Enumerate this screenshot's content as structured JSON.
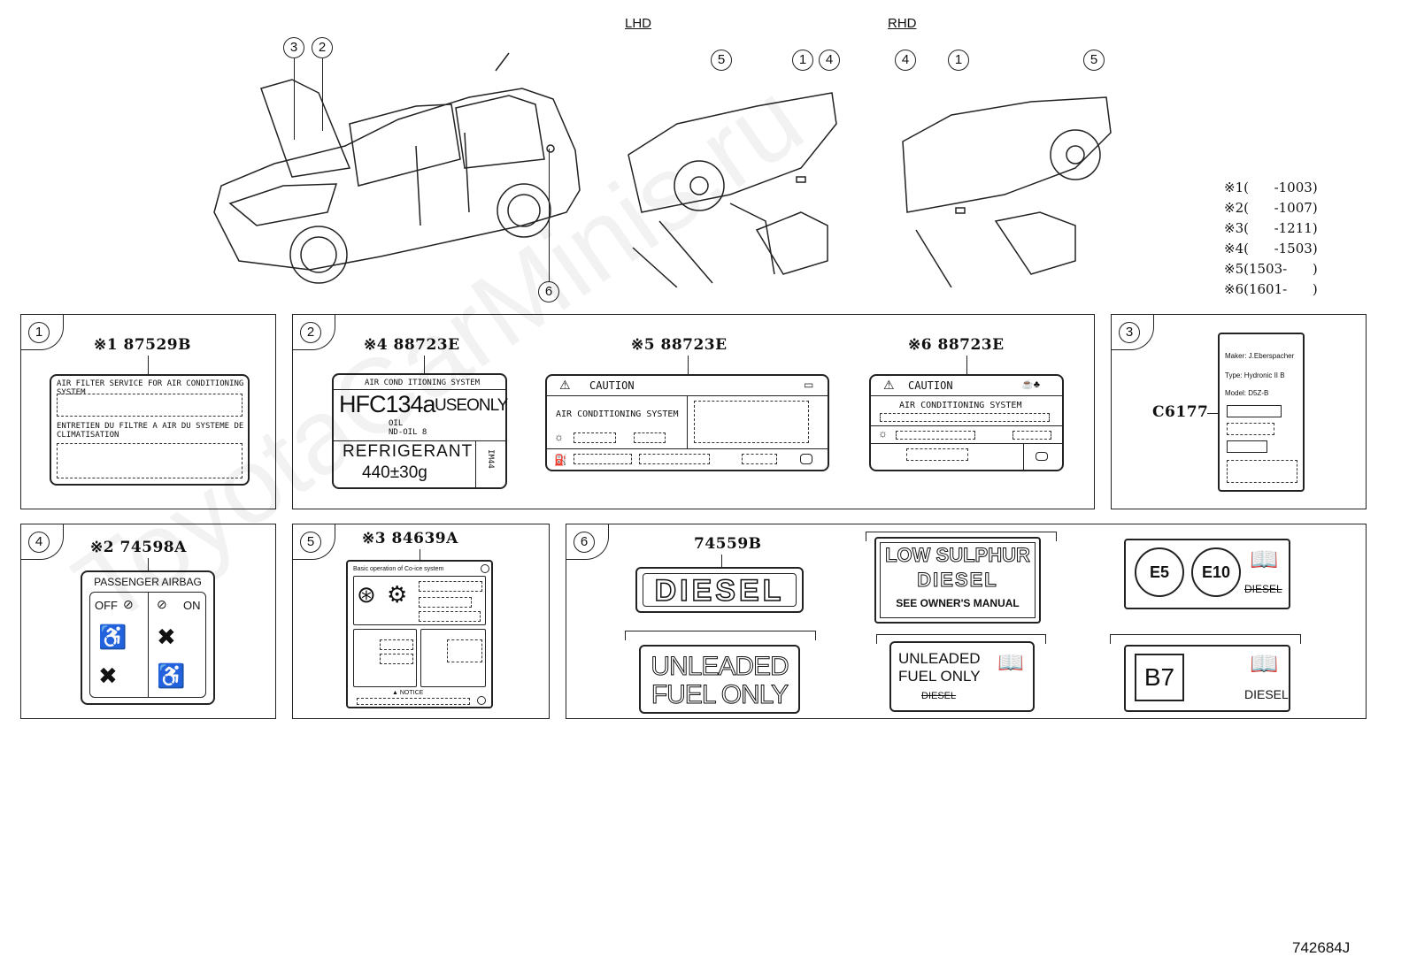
{
  "views": {
    "lhd": "LHD",
    "rhd": "RHD"
  },
  "callouts": {
    "vehicle": [
      "3",
      "2",
      "6"
    ],
    "lhd": [
      "5",
      "1",
      "4"
    ],
    "rhd": [
      "4",
      "1",
      "5"
    ]
  },
  "notes": [
    "※1(      -1003)",
    "※2(      -1007)",
    "※3(      -1211)",
    "※4(      -1503)",
    "※5(1503-      )",
    "※6(1601-      )"
  ],
  "panels": {
    "p1": {
      "num": "1",
      "part": "※1 87529B",
      "title": "AIR FILTER SERVICE FOR AIR CONDITIONING SYSTEM",
      "fr": "ENTRETIEN DU FILTRE A AIR DU SYSTEME DE CLIMATISATION"
    },
    "p2": {
      "num": "2",
      "a": {
        "part": "※4 88723E",
        "head": "AIR COND ITIONING SYSTEM",
        "hfc": "HFC134a",
        "use": "USEONLY",
        "oil1": "OIL",
        "oil2": "ND-OIL 8",
        "refr": "REFRIGERANT",
        "amount": "440±30g",
        "side": "IM44"
      },
      "b": {
        "part": "※5 88723E",
        "caution": "CAUTION",
        "system": "AIR CONDITIONING SYSTEM"
      },
      "c": {
        "part": "※6 88723E",
        "caution": "CAUTION",
        "system": "AIR CONDITIONING SYSTEM"
      }
    },
    "p3": {
      "num": "3",
      "part": "C6177",
      "lines": [
        "Maker: J.Eberspacher",
        "Type: Hydronic II B",
        "Model: D5Z-B"
      ]
    },
    "p4": {
      "num": "4",
      "part": "※2 74598A",
      "title": "PASSENGER AIRBAG",
      "off": "OFF",
      "on": "ON"
    },
    "p5": {
      "num": "5",
      "part": "※3 84639A",
      "head": "Basic operation of Co-ice system",
      "foot": "▲ NOTICE"
    },
    "p6": {
      "num": "6",
      "part": "74559B",
      "diesel": "DIESEL",
      "low1": "LOW SULPHUR",
      "low2": "DIESEL",
      "low3": "SEE OWNER'S MANUAL",
      "e5": "E5",
      "e10": "E10",
      "diesel_small": "DIESEL",
      "unl1": "UNLEADED",
      "unl2": "FUEL ONLY",
      "unl3": "UNLEADED",
      "unl4": "FUEL ONLY",
      "diesel_crossed": "DIESEL",
      "b7": "B7",
      "diesel_b7": "DIESEL"
    }
  },
  "ref": "742684J"
}
